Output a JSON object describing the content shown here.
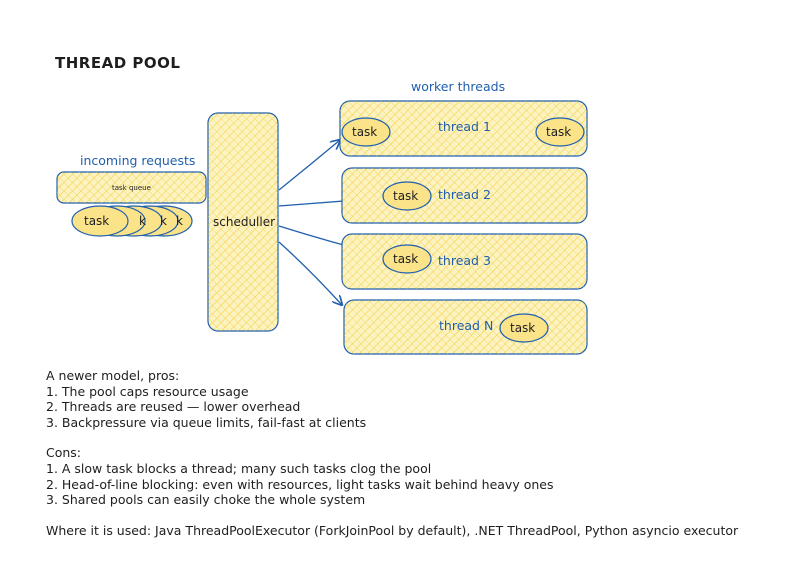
{
  "title": "THREAD POOL",
  "labels": {
    "incoming_requests": "incoming requests",
    "task_queue": "task queue",
    "scheduler": "scheduller",
    "worker_threads": "worker threads",
    "task_front": "task",
    "task_partial": "k"
  },
  "threads": [
    {
      "label": "thread 1",
      "tasks": [
        "task",
        "task"
      ]
    },
    {
      "label": "thread 2",
      "tasks": [
        "task"
      ]
    },
    {
      "label": "thread 3",
      "tasks": [
        "task"
      ]
    },
    {
      "label": "thread N",
      "tasks": [
        "task"
      ]
    }
  ],
  "notes": {
    "pros_heading": "A newer model, pros:",
    "pros": [
      "1. The pool caps resource usage",
      "2. Threads are reused — lower overhead",
      "3. Backpressure via queue limits, fail-fast at clients"
    ],
    "cons_heading": "Cons:",
    "cons": [
      "1. A slow task blocks a thread; many such tasks clog the pool",
      "2. Head-of-line blocking: even with resources, light tasks wait behind heavy ones",
      "3. Shared pools can easily choke the whole system"
    ],
    "usage": "Where it is used: Java ThreadPoolExecutor (ForkJoinPool by default), .NET ThreadPool, Python asyncio executor"
  },
  "colors": {
    "box_fill": "#fdf3c2",
    "hatch": "#f2d44e",
    "stroke": "#1f5fae",
    "task_fill": "#fbe38a",
    "text": "#1e1e1e"
  }
}
